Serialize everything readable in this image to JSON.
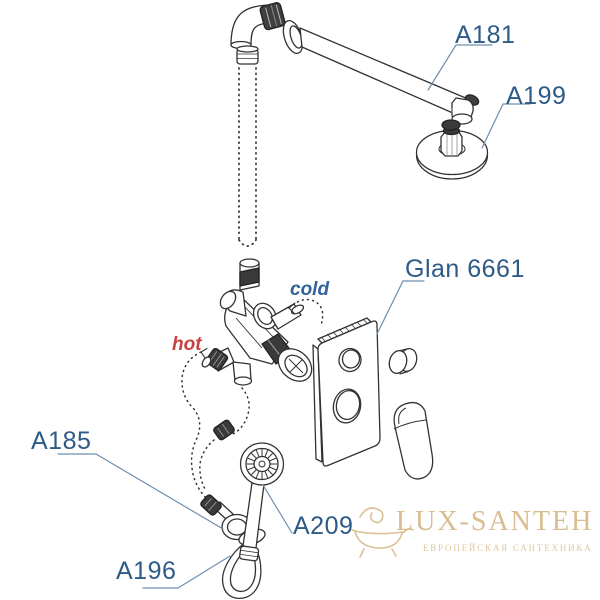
{
  "diagram": {
    "type": "shower-system-exploded-parts-diagram",
    "parts": {
      "shower_arm": "A181",
      "overhead_shower": "A199",
      "valve_trim_plate": "Glan 6661",
      "wall_outlet_elbow": "A185",
      "hand_shower": "A209",
      "shower_bracket": "A196"
    },
    "flow_labels": {
      "hot": "hot",
      "cold": "cold"
    },
    "colors": {
      "line": "#333333",
      "label_text": "#2d5a87",
      "leader_line": "#6f8fae",
      "hot_text": "#c8413c",
      "cold_text": "#33639c"
    }
  },
  "watermark": {
    "brand": "LUX-SANTEH",
    "tagline": "ЕВРОПЕЙСКАЯ САНТЕХНИКА",
    "color": "#d9bc90"
  }
}
